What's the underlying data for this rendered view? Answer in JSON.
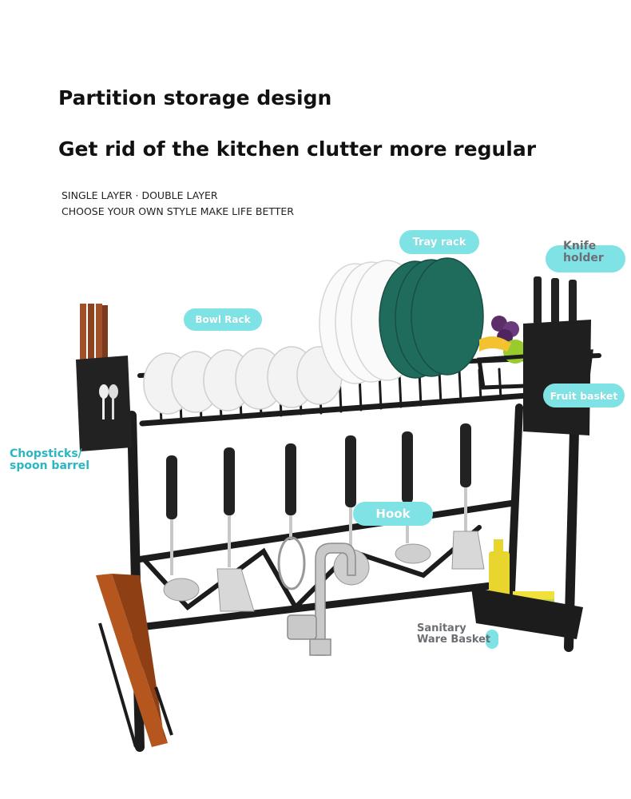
{
  "headings": {
    "title": "Partition storage design",
    "subtitle": "Get rid of the kitchen clutter more regular"
  },
  "subtext": {
    "line1": "SINGLE LAYER · DOUBLE LAYER",
    "line2": "CHOOSE YOUR OWN STYLE MAKE LIFE BETTER"
  },
  "labels": {
    "tray_rack": "Tray rack",
    "knife_holder_1": "Knife",
    "knife_holder_2": "holder",
    "bowl_rack": "Bowl Rack",
    "fruit_basket": "Fruit basket",
    "chopsticks_1": "Chopsticks/",
    "chopsticks_2": "spoon barrel",
    "hook": "Hook",
    "sanitary_1": "Sanitary",
    "sanitary_2": "Ware Basket"
  },
  "colors": {
    "accent": "#7fe3e6",
    "label_text": "#2bb7c2",
    "rack": "#1c1c1c",
    "plate_teal": "#1f6b5c",
    "board_wood": "#b5561f"
  }
}
